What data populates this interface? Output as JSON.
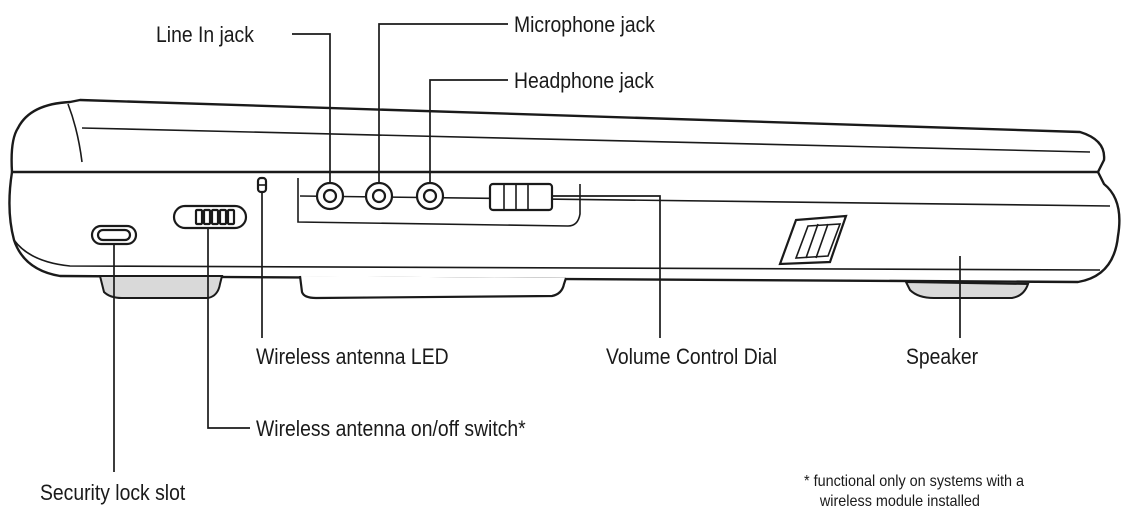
{
  "labels": {
    "line_in_jack": "Line In jack",
    "microphone_jack": "Microphone jack",
    "headphone_jack": "Headphone jack",
    "wireless_antenna_led": "Wireless antenna LED",
    "volume_control_dial": "Volume  Control Dial",
    "speaker": "Speaker",
    "wireless_switch": "Wireless antenna on/off switch*",
    "security_lock_slot": "Security lock slot"
  },
  "footnote": {
    "line1": "* functional only on systems with a",
    "line2": "wireless module installed"
  }
}
